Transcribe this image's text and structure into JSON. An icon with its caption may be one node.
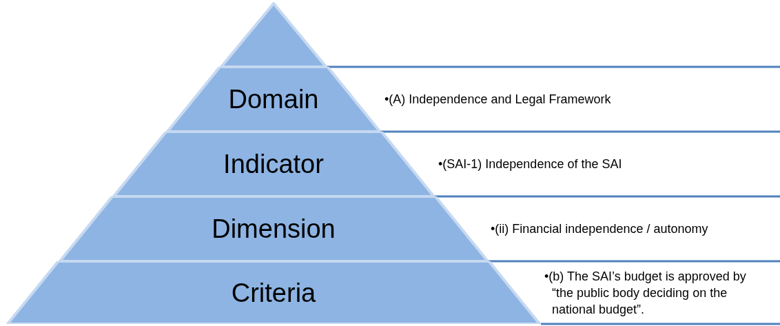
{
  "diagram": {
    "nodes": [
      {
        "text": [],
        "shape": "triangle"
      },
      {
        "text": [
          "Domain"
        ],
        "beside": [
          "•(A) Independence and Legal Framework"
        ]
      },
      {
        "text": [
          "Indicator"
        ],
        "beside": [
          "•(SAI-1) Independence of the SAI"
        ]
      },
      {
        "text": [
          "Dimension"
        ],
        "beside": [
          "•(ii) Financial independence / autonomy"
        ]
      },
      {
        "text": [
          "Criteria"
        ],
        "beside": [
          "•(b) The SAI’s budget is approved by “the public body deciding on the national budget”."
        ]
      }
    ]
  }
}
